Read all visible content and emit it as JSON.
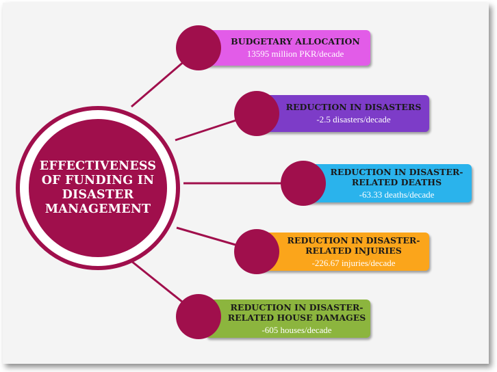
{
  "hub": {
    "title": "EFFECTIVENESS\nOF FUNDING IN\nDISASTER\nMANAGEMENT"
  },
  "items": [
    {
      "title": "BUDGETARY ALLOCATION",
      "value": "13595 million PKR/decade",
      "color": "#e25ce8"
    },
    {
      "title": "REDUCTION IN DISASTERS",
      "value": "-2.5 disasters/decade",
      "color": "#7d3cc8"
    },
    {
      "title": "REDUCTION IN DISASTER-\nRELATED DEATHS",
      "value": "-63.33 deaths/decade",
      "color": "#2ab3ec"
    },
    {
      "title": "REDUCTION IN DISASTER-\nRELATED INJURIES",
      "value": "-226.67 injuries/decade",
      "color": "#fba51b"
    },
    {
      "title": "REDUCTION IN DISASTER-\nRELATED HOUSE DAMAGES",
      "value": "-605 houses/decade",
      "color": "#8cb53e"
    }
  ],
  "colors": {
    "hub": "#a00f4c",
    "background": "#f4f4f4"
  }
}
